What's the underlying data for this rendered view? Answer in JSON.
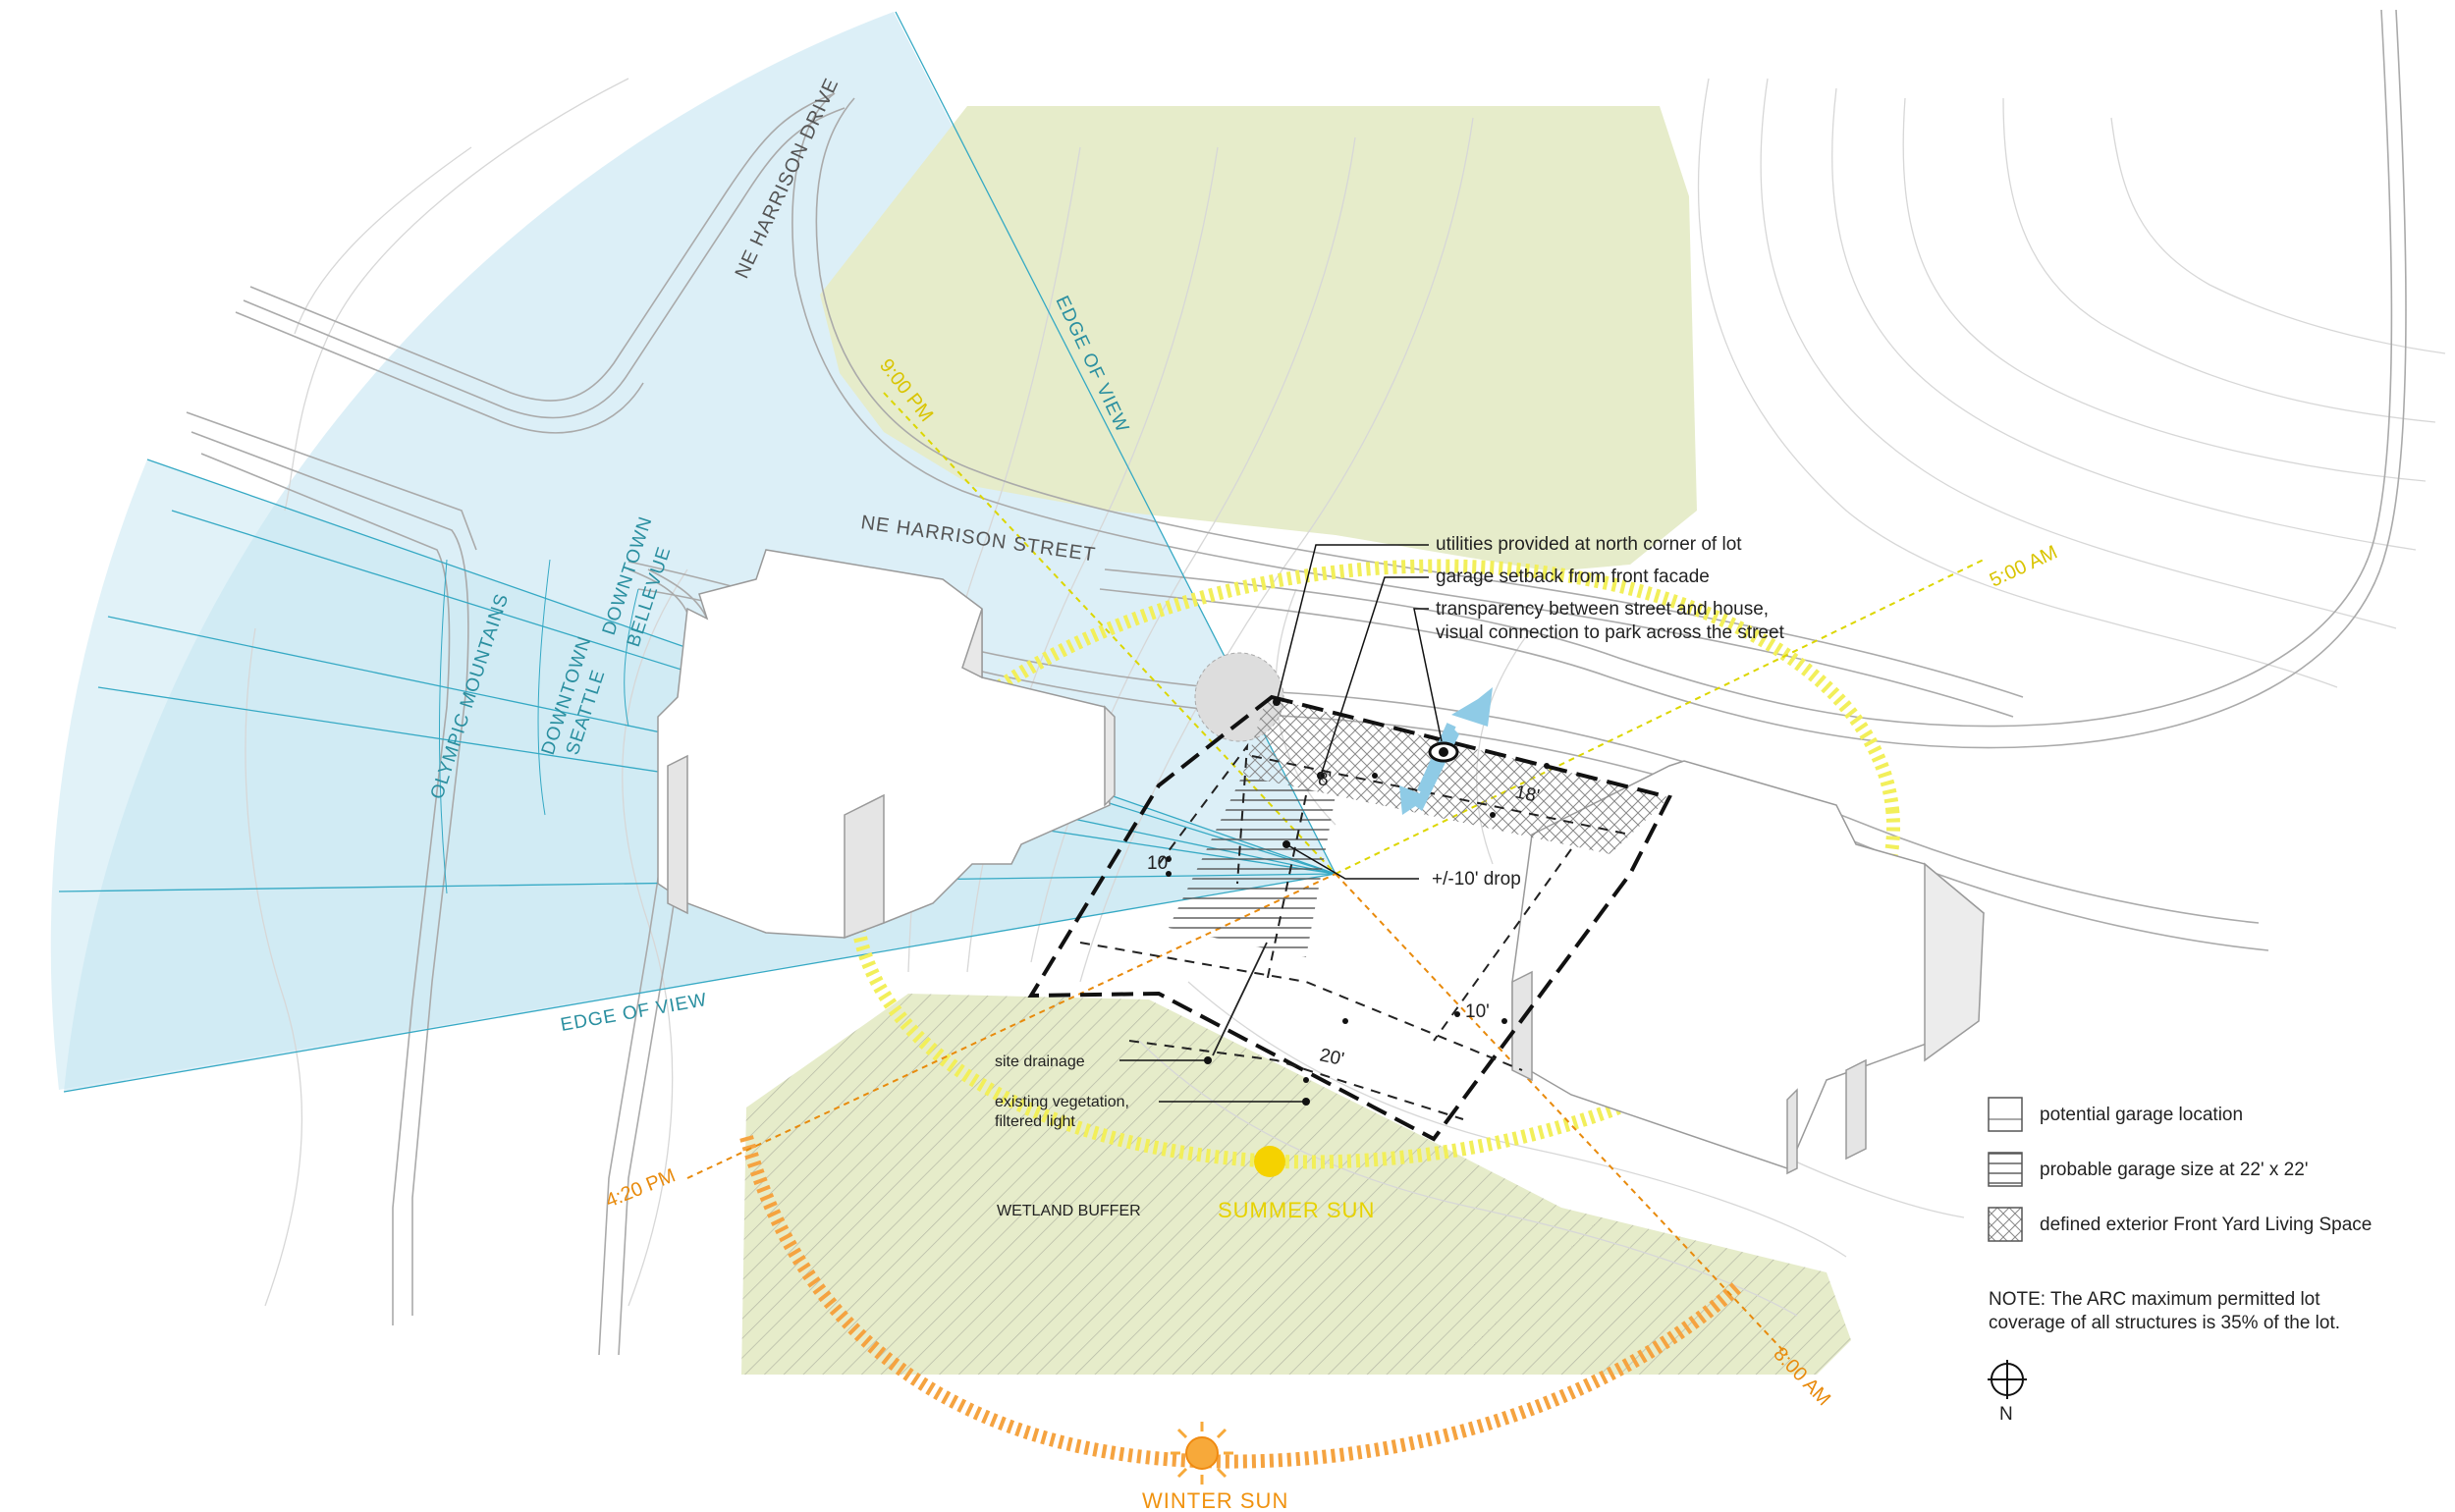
{
  "roads": {
    "harrison_drive": "NE HARRISON DRIVE",
    "harrison_street": "NE HARRISON STREET"
  },
  "views": {
    "edge_top": "EDGE OF VIEW",
    "edge_bottom": "EDGE OF VIEW",
    "olympic": "OLYMPIC MOUNTAINS",
    "seattle_1": "DOWNTOWN",
    "seattle_2": "SEATTLE",
    "bellevue_1": "DOWNTOWN",
    "bellevue_2": "BELLEVUE"
  },
  "sun_times": {
    "t900pm": "9:00 PM",
    "t500am": "5:00 AM",
    "t420pm": "4:20 PM",
    "t800am": "8:00 AM"
  },
  "suns": {
    "summer": "SUMMER SUN",
    "winter": "WINTER SUN"
  },
  "annotations": {
    "utilities": "utilities provided at north corner of lot",
    "garage_setback": "garage setback from front facade",
    "transparency_1": "transparency between street and house,",
    "transparency_2": "visual connection to park across the street",
    "drop": "+/-10' drop",
    "site_drainage": "site drainage",
    "vegetation_1": "existing vegetation,",
    "vegetation_2": "filtered light",
    "wetland": "WETLAND BUFFER"
  },
  "dimensions": {
    "d8": "8'",
    "d18": "18'",
    "d10_left": "10'",
    "d10_right": "10'",
    "d20": "20'"
  },
  "legend": {
    "items": [
      {
        "label": "potential garage location",
        "pattern": "plain"
      },
      {
        "label": "probable garage size at 22' x 22'",
        "pattern": "horizontal-hatch"
      },
      {
        "label": "defined exterior Front Yard Living Space",
        "pattern": "cross-hatch"
      }
    ],
    "note_1": "NOTE: The ARC maximum permitted lot",
    "note_2": "coverage of all structures is 35% of the lot.",
    "north": "N"
  },
  "colors": {
    "view_fan": "#dbeef6",
    "view_line": "#35a9c4",
    "park": "#e6ecca",
    "summer_path": "#f2ef5a",
    "winter_path": "#f5a340",
    "summer_sun": "#f5d200",
    "winter_sun": "#f7a93a",
    "arrow": "#8fcbe6"
  }
}
